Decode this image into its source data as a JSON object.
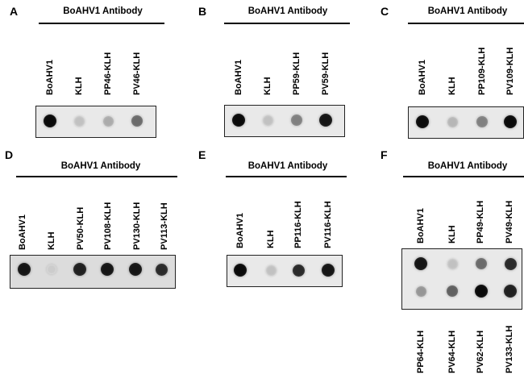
{
  "antibody_title": "BoAHV1 Antibody",
  "panels": [
    {
      "letter": "A",
      "labels": [
        "BoAHV1",
        "KLH",
        "PP46-KLH",
        "PV46-KLH"
      ],
      "intensity": [
        1.0,
        0.15,
        0.25,
        0.55
      ]
    },
    {
      "letter": "B",
      "labels": [
        "BoAHV1",
        "KLH",
        "PP59-KLH",
        "PV59-KLH"
      ],
      "intensity": [
        1.0,
        0.15,
        0.45,
        0.95
      ]
    },
    {
      "letter": "C",
      "labels": [
        "BoAHV1",
        "KLH",
        "PP109-KLH",
        "PV109-KLH"
      ],
      "intensity": [
        1.0,
        0.2,
        0.45,
        1.0
      ]
    },
    {
      "letter": "D",
      "labels": [
        "BoAHV1",
        "KLH",
        "PV50-KLH",
        "PV108-KLH",
        "PV130-KLH",
        "PV113-KLH"
      ],
      "intensity": [
        0.95,
        0.1,
        0.9,
        0.95,
        0.95,
        0.85
      ]
    },
    {
      "letter": "E",
      "labels": [
        "BoAHV1",
        "KLH",
        "PP116-KLH",
        "PV116-KLH"
      ],
      "intensity": [
        1.0,
        0.15,
        0.85,
        0.95
      ]
    },
    {
      "letter": "F",
      "labels": [
        "BoAHV1",
        "KLH",
        "PP49-KLH",
        "PV49-KLH"
      ],
      "bottom_labels": [
        "PP64-KLH",
        "PV64-KLH",
        "PV62-KLH",
        "PV133-KLH"
      ],
      "intensity": [
        0.95,
        0.15,
        0.55,
        0.85
      ],
      "intensity_row2": [
        0.35,
        0.6,
        1.0,
        0.9
      ]
    }
  ]
}
